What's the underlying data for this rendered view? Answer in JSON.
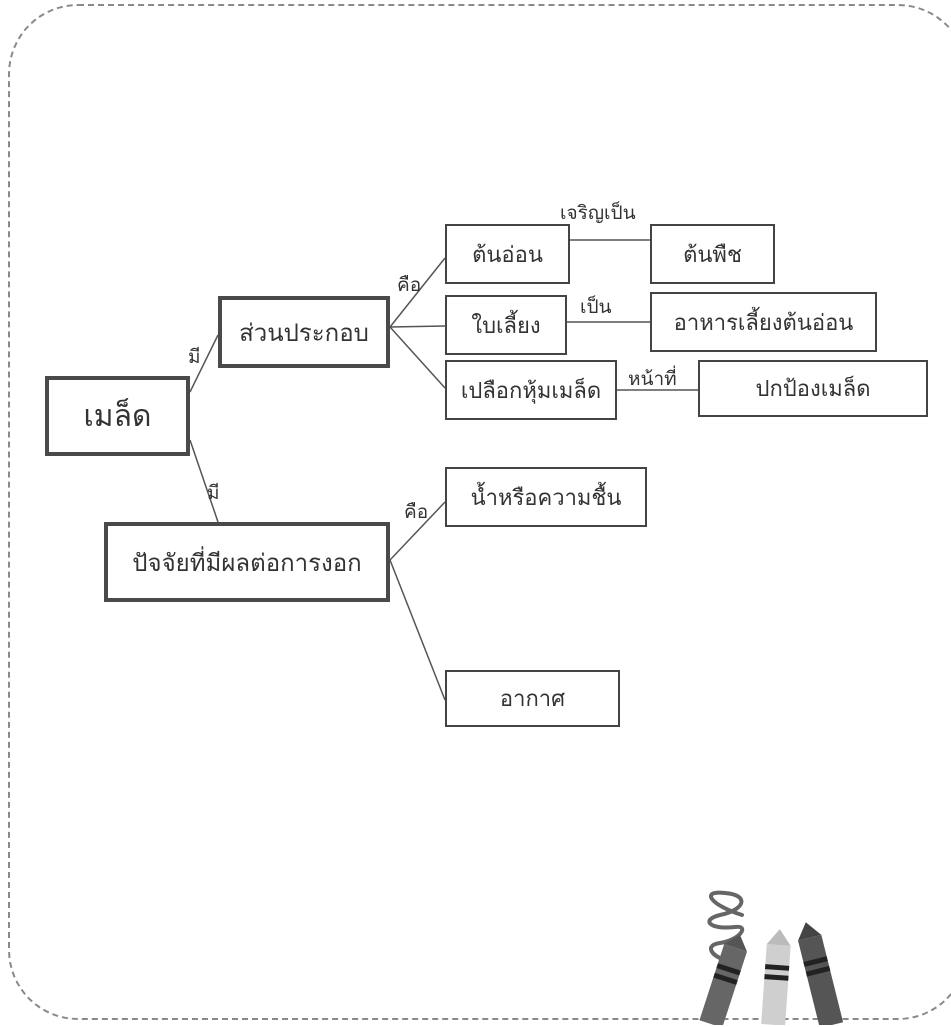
{
  "nodes": {
    "root": "เมล็ด",
    "parts": "ส่วนประกอบ",
    "factors": "ปัจจัยที่มีผลต่อการงอก",
    "seedling": "ต้นอ่อน",
    "cotyledon": "ใบเลี้ยง",
    "seed_coat": "เปลือกหุ้มเมล็ด",
    "plant": "ต้นพืช",
    "food": "อาหารเลี้ยงต้นอ่อน",
    "protect": "ปกป้องเมล็ด",
    "water": "น้ำหรือความชื้น",
    "air": "อากาศ"
  },
  "edge_labels": {
    "has_1": "มี",
    "has_2": "มี",
    "is_1": "คือ",
    "is_2": "คือ",
    "grows_into": "เจริญเป็น",
    "is_a": "เป็น",
    "function": "หน้าที่"
  }
}
